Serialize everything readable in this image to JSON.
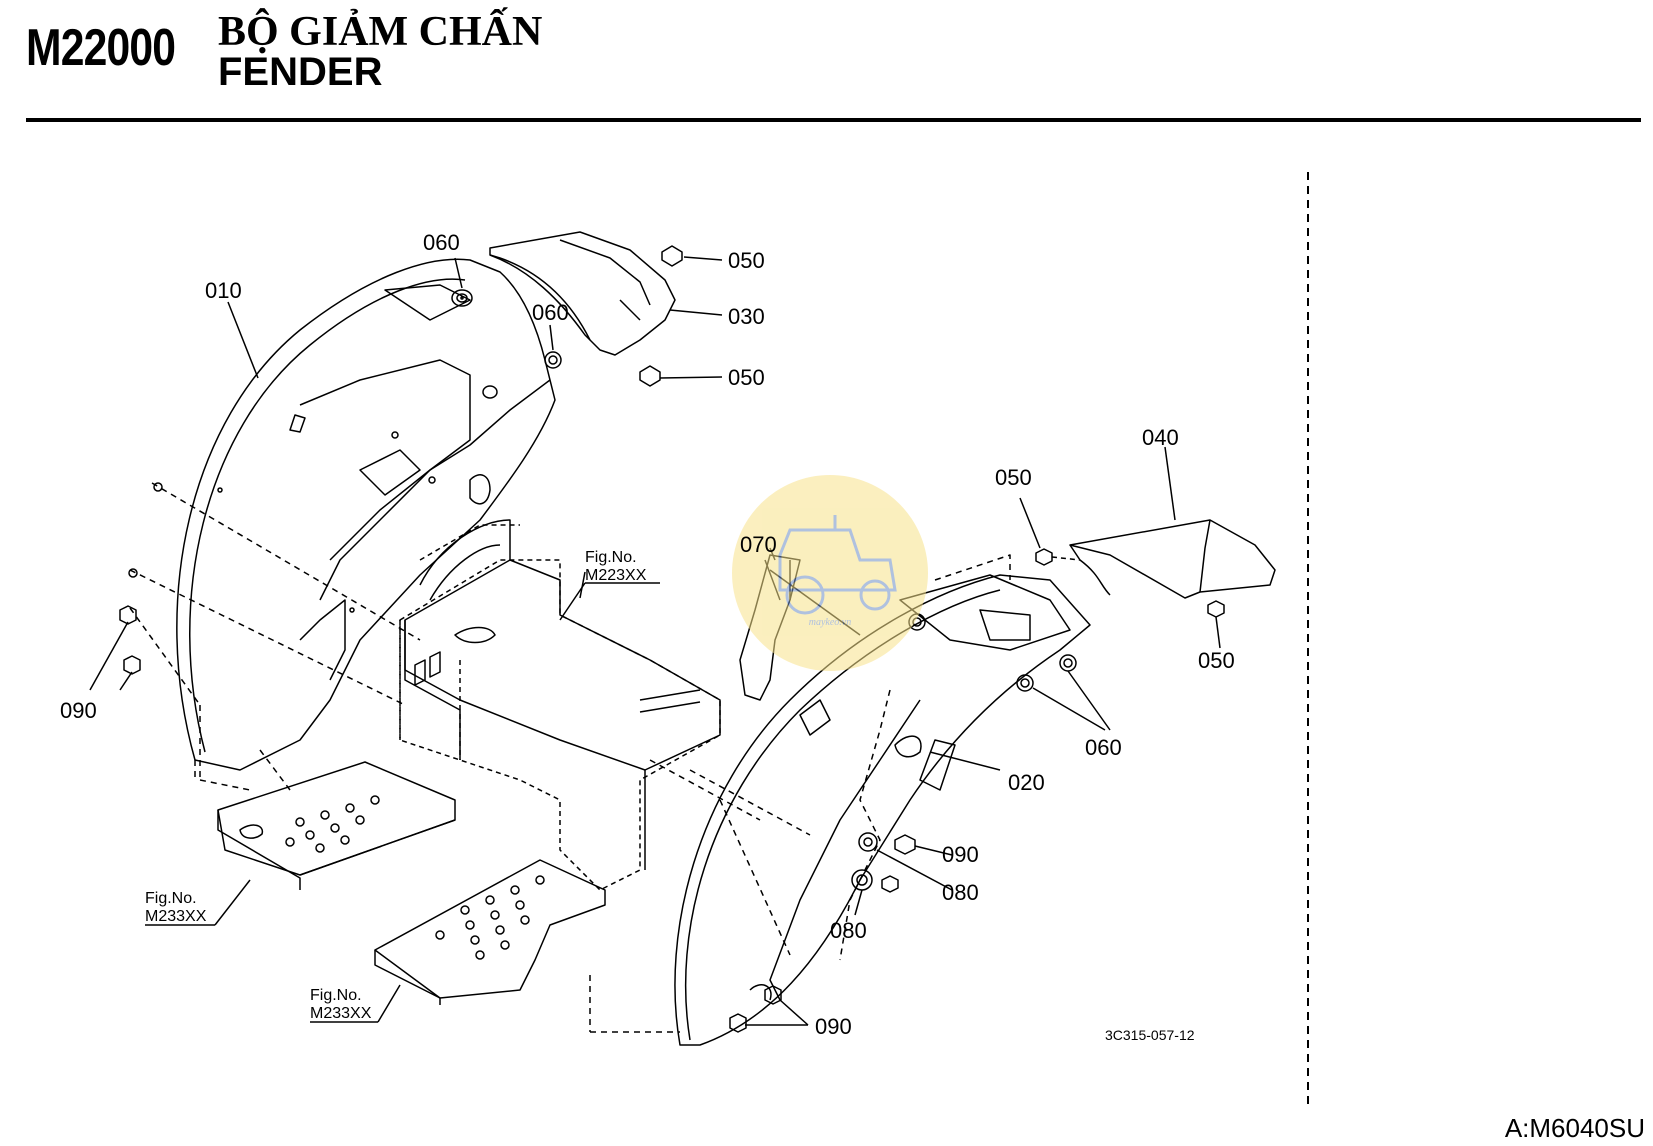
{
  "header": {
    "code": "M22000",
    "title_vi": "BỘ GIẢM CHẤN",
    "title_en": "FENDER"
  },
  "callouts": {
    "p010": "010",
    "p020": "020",
    "p030": "030",
    "p040": "040",
    "p050a": "050",
    "p050b": "050",
    "p050c": "050",
    "p050d": "050",
    "p060a": "060",
    "p060b": "060",
    "p060c": "060",
    "p070": "070",
    "p080a": "080",
    "p080b": "080",
    "p090a": "090",
    "p090b": "090",
    "p090c": "090"
  },
  "figure_refs": {
    "frame_label": "Fig.No.",
    "frame_code": "M223XX",
    "step_left_label": "Fig.No.",
    "step_left_code": "M233XX",
    "step_right_label": "Fig.No.",
    "step_right_code": "M233XX"
  },
  "drawing_number": "3C315-057-12",
  "watermark_text": "maykeo.vn",
  "footer_model": "A:M6040SU",
  "colors": {
    "line": "#000000",
    "watermark": "#f7e28a"
  }
}
